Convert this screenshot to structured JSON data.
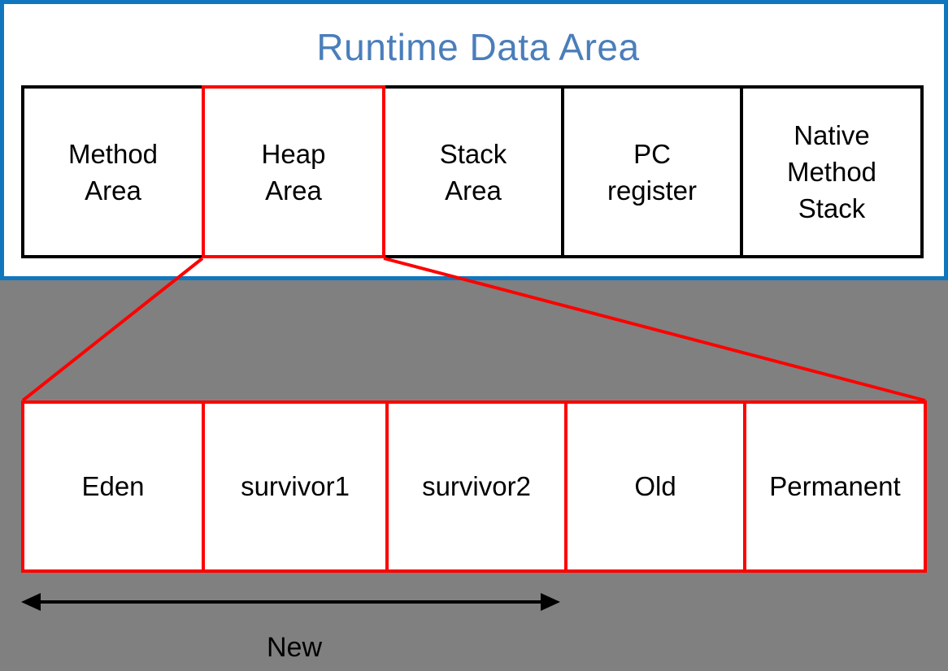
{
  "diagram": {
    "title": "Runtime Data Area",
    "title_color": "#4a7ebb",
    "panel_border_color": "#1077be",
    "background_color": "#808080",
    "highlight_color": "#ff0000",
    "box_color": "#000000"
  },
  "runtime_data_area": {
    "cells": [
      {
        "label": "Method\nArea",
        "highlighted": false
      },
      {
        "label": "Heap\nArea",
        "highlighted": true
      },
      {
        "label": "Stack\nArea",
        "highlighted": false
      },
      {
        "label": "PC\nregister",
        "highlighted": false
      },
      {
        "label": "Native\nMethod\nStack",
        "highlighted": false
      }
    ]
  },
  "heap_detail": {
    "cells": [
      {
        "label": "Eden"
      },
      {
        "label": "survivor1"
      },
      {
        "label": "survivor2"
      },
      {
        "label": "Old"
      },
      {
        "label": "Permanent"
      }
    ],
    "span": {
      "label": "New",
      "covers": [
        "Eden",
        "survivor1",
        "survivor2"
      ],
      "arrow_style": "double-headed"
    }
  }
}
